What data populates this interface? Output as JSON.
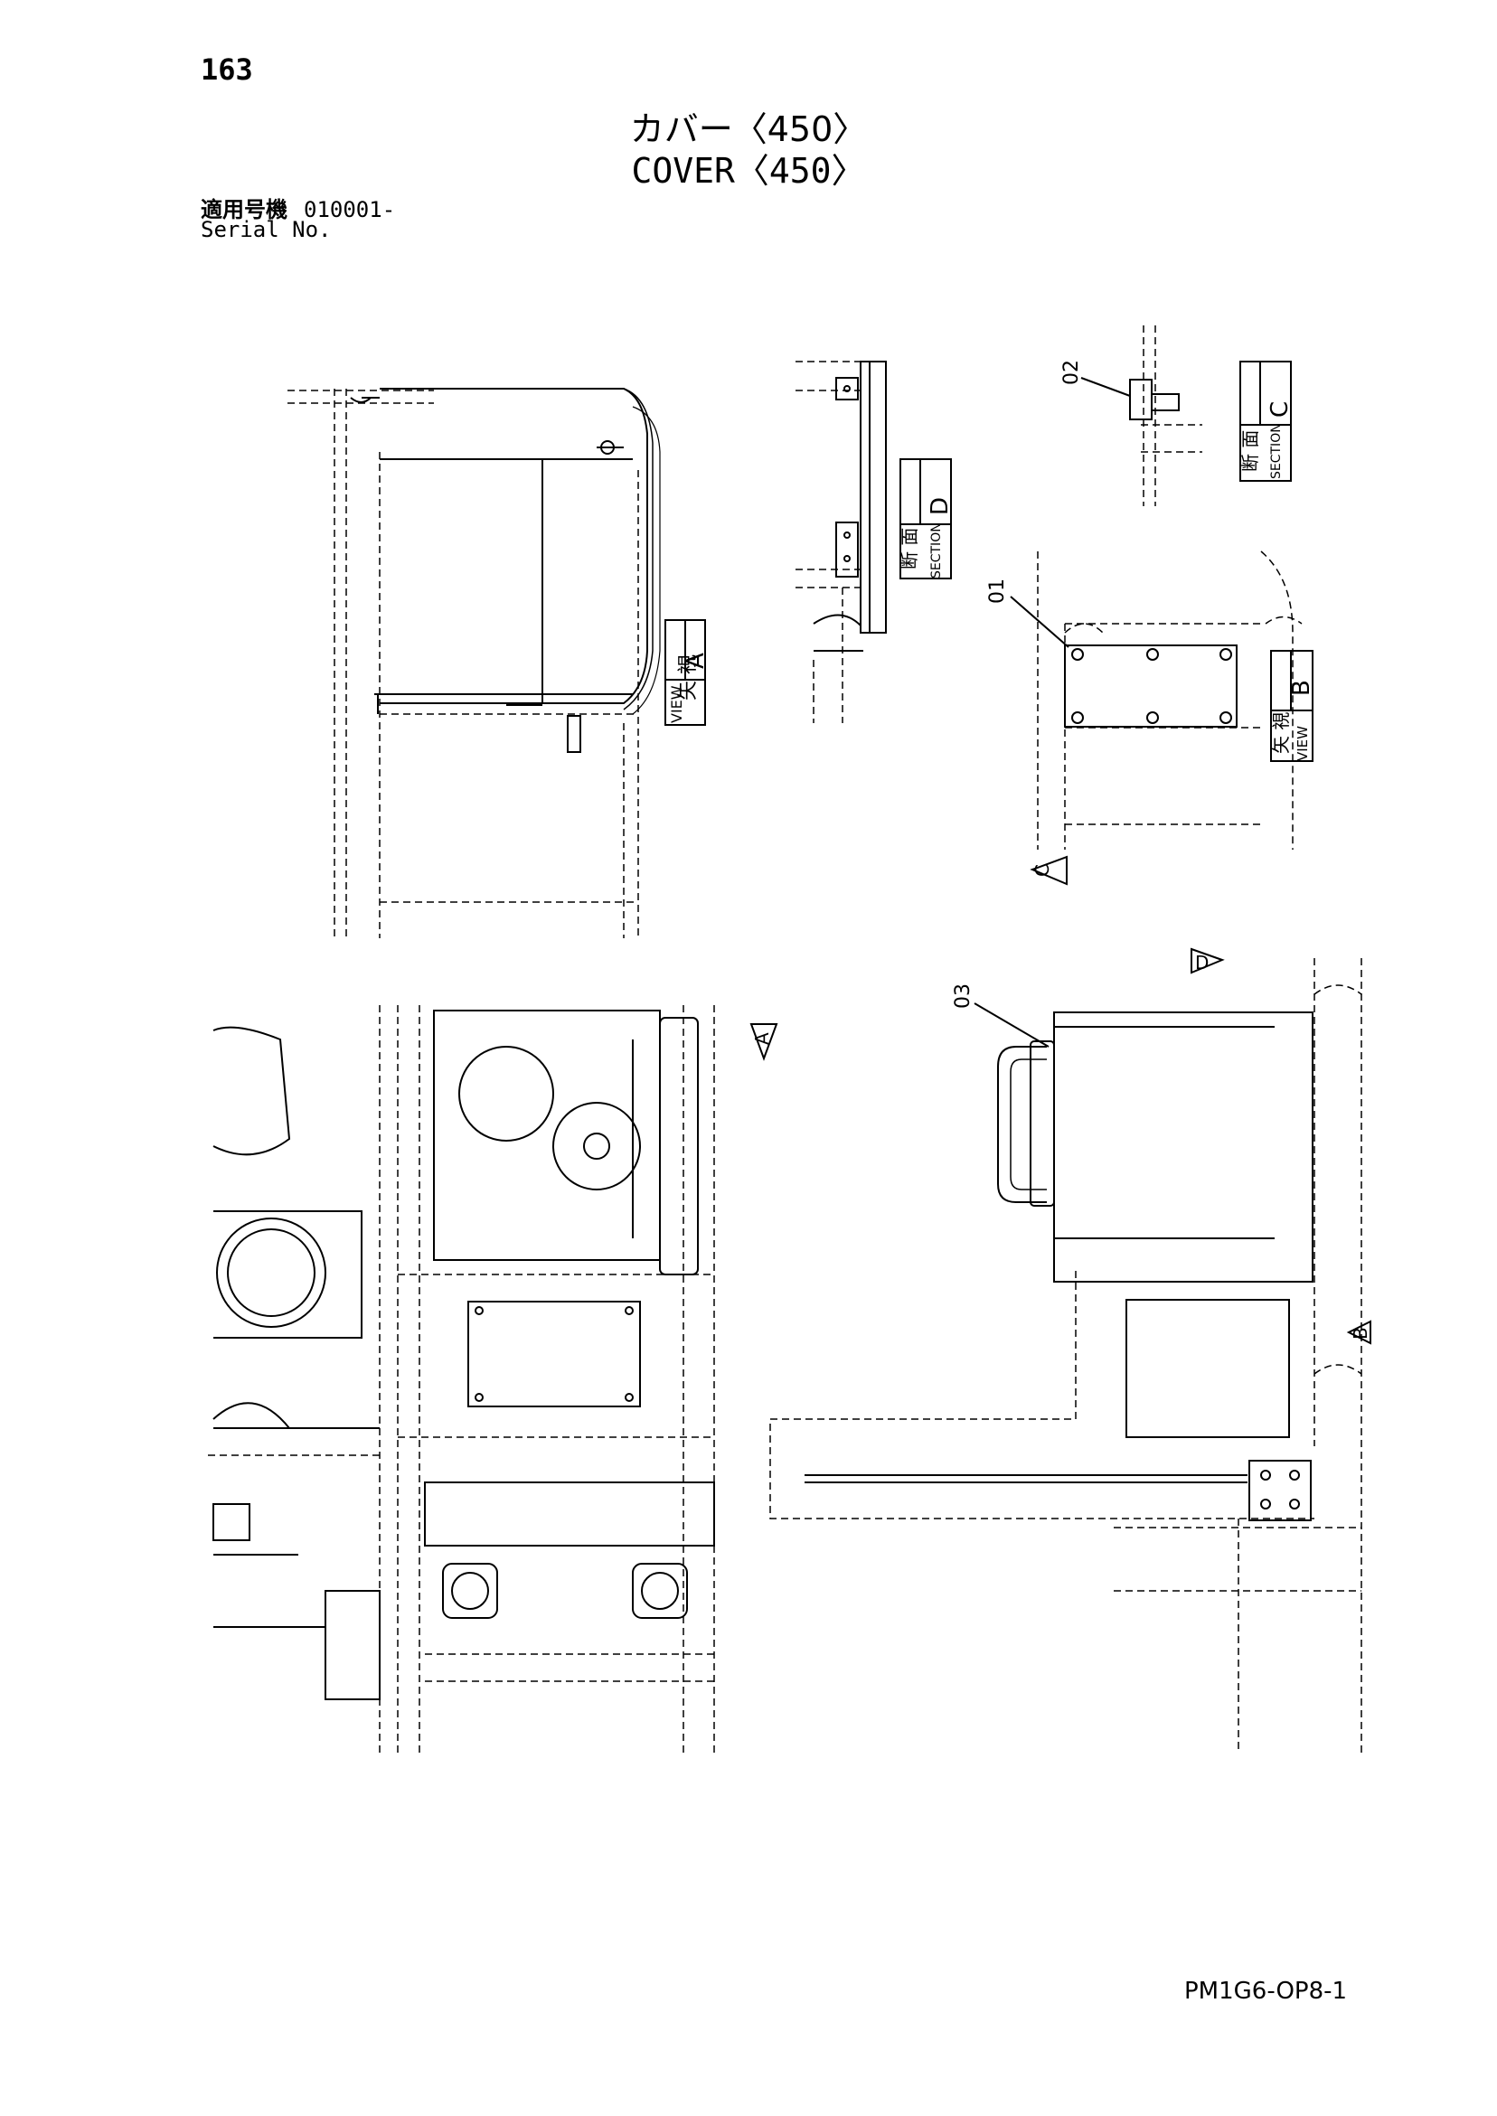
{
  "page": {
    "number": "163",
    "title_jp": "カバー〈450〉",
    "title_en": "COVER〈450〉",
    "serial_label_jp": "適用号機",
    "serial_value": "010001-",
    "serial_label_en": "Serial No.",
    "drawing_code": "PM1G6-OP8-1"
  },
  "views": {
    "view_a": {
      "jp": "矢 視",
      "en": "VIEW",
      "letter": "A"
    },
    "view_b": {
      "jp": "矢 視",
      "en": "VIEW",
      "letter": "B"
    },
    "section_c": {
      "jp": "断 面",
      "en": "SECTION",
      "letter": "C"
    },
    "section_d": {
      "jp": "断 面",
      "en": "SECTION",
      "letter": "D"
    }
  },
  "arrows": {
    "a": "A",
    "b": "B",
    "c": "C",
    "d": "D"
  },
  "callouts": {
    "p01": "01",
    "p02": "02",
    "p03": "03"
  }
}
